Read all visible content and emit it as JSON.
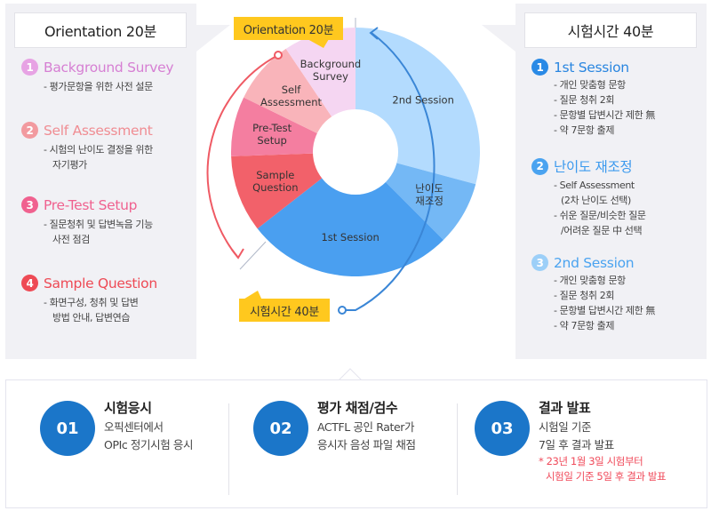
{
  "orientation_panel": {
    "title": "Orientation 20분",
    "steps": [
      {
        "num": "1",
        "title": "Background Survey",
        "color": "#e391e0",
        "desc": [
          "- 평가문항을 위한 사전 설문"
        ]
      },
      {
        "num": "2",
        "title": "Self Assessment",
        "color": "#f29a9f",
        "desc": [
          "- 시험의 난이도 결정을 위한",
          "자기평가"
        ]
      },
      {
        "num": "3",
        "title": "Pre-Test Setup",
        "color": "#f0618f",
        "desc": [
          "- 질문청취 및 답변녹음 기능",
          "사전 점검"
        ]
      },
      {
        "num": "4",
        "title": "Sample Question",
        "color": "#ee4a55",
        "desc": [
          "- 화면구성, 청취 및 답변",
          "방법 안내, 답변연습"
        ]
      }
    ]
  },
  "test_panel": {
    "title": "시험시간 40분",
    "steps": [
      {
        "num": "1",
        "title": "1st Session",
        "color": "#2a8ae6",
        "desc": [
          "- 개인 맞춤형 문항",
          "- 질문 청취 2회",
          "- 문항별 답변시간 제한 無",
          "- 약 7문항 출제"
        ]
      },
      {
        "num": "2",
        "title": "난이도 재조정",
        "color": "#4aa3f0",
        "desc": [
          "- Self Assessment",
          "(2차 난이도 선택)",
          "- 쉬운 질문/비슷한 질문",
          "/어려운 질문 中 선택"
        ]
      },
      {
        "num": "3",
        "title": "2nd Session",
        "color": "#84c4f7",
        "desc": [
          "- 개인 맞춤형 문항",
          "- 질문 청취 2회",
          "- 문항별 답변시간 제한 無",
          "- 약 7문항 출제"
        ]
      }
    ]
  },
  "donut": {
    "top_chip": "Orientation 20분",
    "bottom_chip": "시험시간 40분",
    "segments": [
      {
        "label": [
          "2nd Session"
        ],
        "start": 0,
        "end": 105,
        "color": "#b3dbfe"
      },
      {
        "label": [
          "난이도",
          "재조정"
        ],
        "start": 105,
        "end": 135,
        "color": "#74b8f5"
      },
      {
        "label": [
          "1st Session"
        ],
        "start": 135,
        "end": 232,
        "color": "#4a9ff0"
      },
      {
        "label": [
          "Sample",
          "Question"
        ],
        "start": 232,
        "end": 268,
        "color": "#f2616a"
      },
      {
        "label": [
          "Pre-Test",
          "Setup"
        ],
        "start": 268,
        "end": 296,
        "color": "#f47ea0"
      },
      {
        "label": [
          "Self",
          "Assessment"
        ],
        "start": 296,
        "end": 326,
        "color": "#f9b4ba"
      },
      {
        "label": [
          "Background",
          "Survey"
        ],
        "start": 326,
        "end": 360,
        "color": "#f5d6f2"
      }
    ]
  },
  "process": [
    {
      "num": "01",
      "title": "시험응시",
      "text": [
        "오픽센터에서",
        "OPIc 정기시험 응시"
      ],
      "note": []
    },
    {
      "num": "02",
      "title": "평가 채점/검수",
      "text": [
        "ACTFL 공인 Rater가",
        "응시자 음성 파일 채점"
      ],
      "note": []
    },
    {
      "num": "03",
      "title": "결과 발표",
      "text": [
        "시험일 기준",
        "7일 후 결과 발표"
      ],
      "note": [
        "* 23년 1월 3일 시험부터",
        "시험일 기준 5일 후 결과 발표"
      ]
    }
  ],
  "colors": {
    "chip": "#ffc81e",
    "process_circle": "#1b76c9",
    "note": "#f04a5a",
    "orientation_arc": "#ef5a64",
    "test_arc": "#3a86d6"
  }
}
